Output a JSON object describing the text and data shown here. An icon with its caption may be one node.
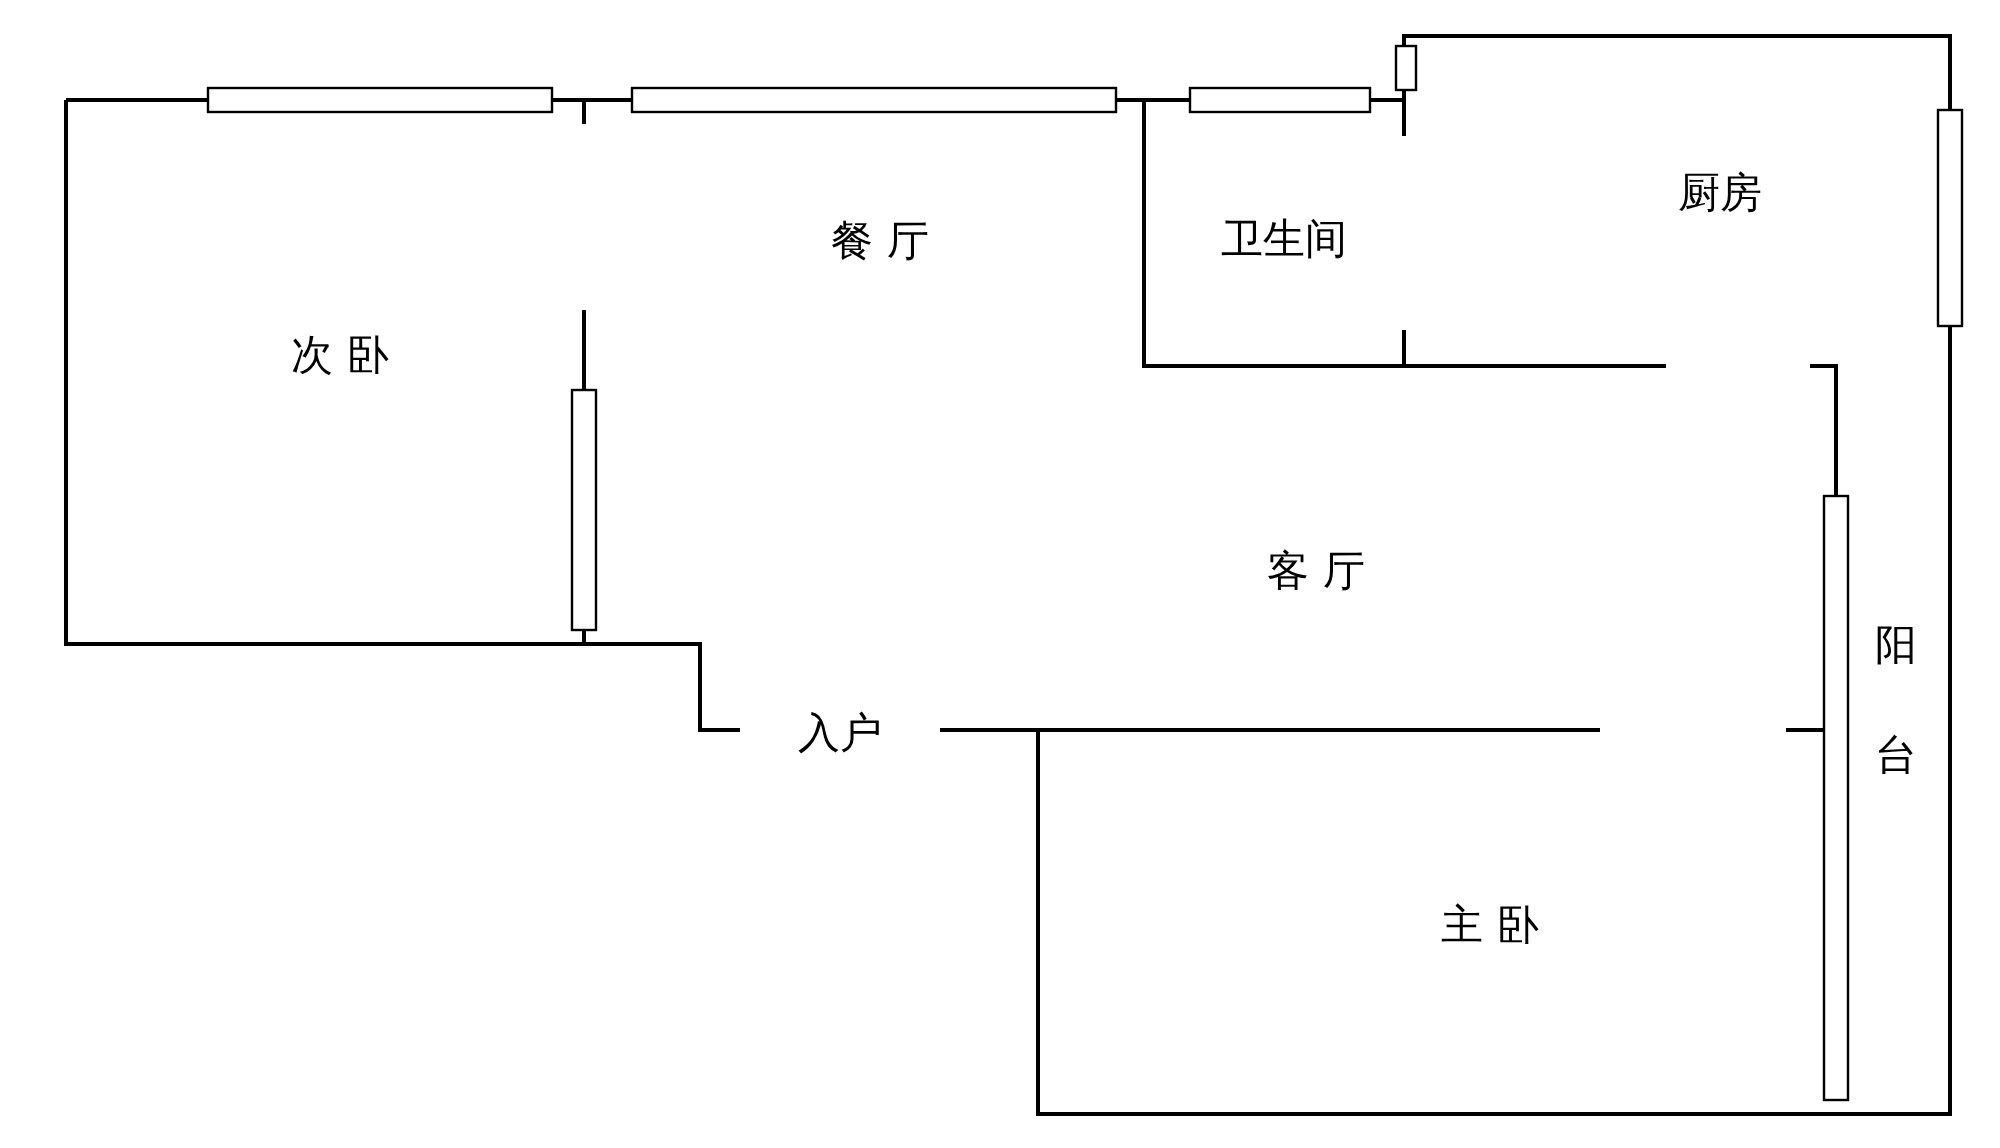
{
  "diagram": {
    "labels": [
      "次 卧",
      "餐 厅",
      "卫生间",
      "厨房",
      "客 厅",
      "阳台",
      "入户",
      "主 卧"
    ]
  }
}
